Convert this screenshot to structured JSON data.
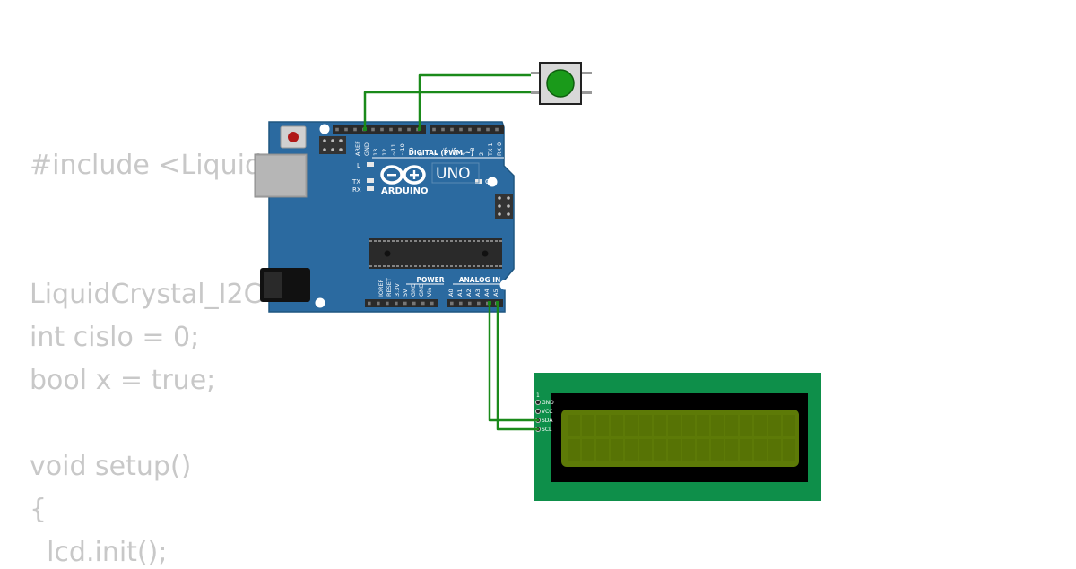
{
  "code": {
    "lines": [
      "#include <LiquidCrystal_I2C.h>",
      "LiquidCrystal_I2C lcd(0x27,16,2);",
      "int cislo = 0;",
      "bool x = true;",
      "void setup()",
      "{",
      "  lcd.init();"
    ]
  },
  "arduino": {
    "brand": "ARDUINO",
    "model": "UNO",
    "digital_label": "DIGITAL (PWM ~)",
    "power_label": "POWER",
    "analog_label": "ANALOG IN",
    "on_label": "ON",
    "l_label": "L",
    "tx_label": "TX",
    "rx_label": "RX",
    "top_pins": [
      "AREF",
      "GND",
      "13",
      "12",
      "~11",
      "~10",
      "~9",
      "8",
      "7",
      "~6",
      "~5",
      "4",
      "~3",
      "2",
      "TX 1",
      "RX 0"
    ],
    "power_pins": [
      "IOREF",
      "RESET",
      "3.3V",
      "5V",
      "GND",
      "GND",
      "Vin"
    ],
    "analog_pins": [
      "A0",
      "A1",
      "A2",
      "A3",
      "A4",
      "A5"
    ]
  },
  "lcd": {
    "pins": [
      "GND",
      "VCC",
      "SDA",
      "SCL"
    ],
    "pin_one_marker": "1"
  },
  "colors": {
    "board": "#2b6aa0",
    "wire": "#1a8a1a",
    "lcd_pcb": "#0e8f4a",
    "lcd_screen": "#5d7a07",
    "button_cap": "#1a9a1a",
    "code_text": "#c8c8c8"
  }
}
